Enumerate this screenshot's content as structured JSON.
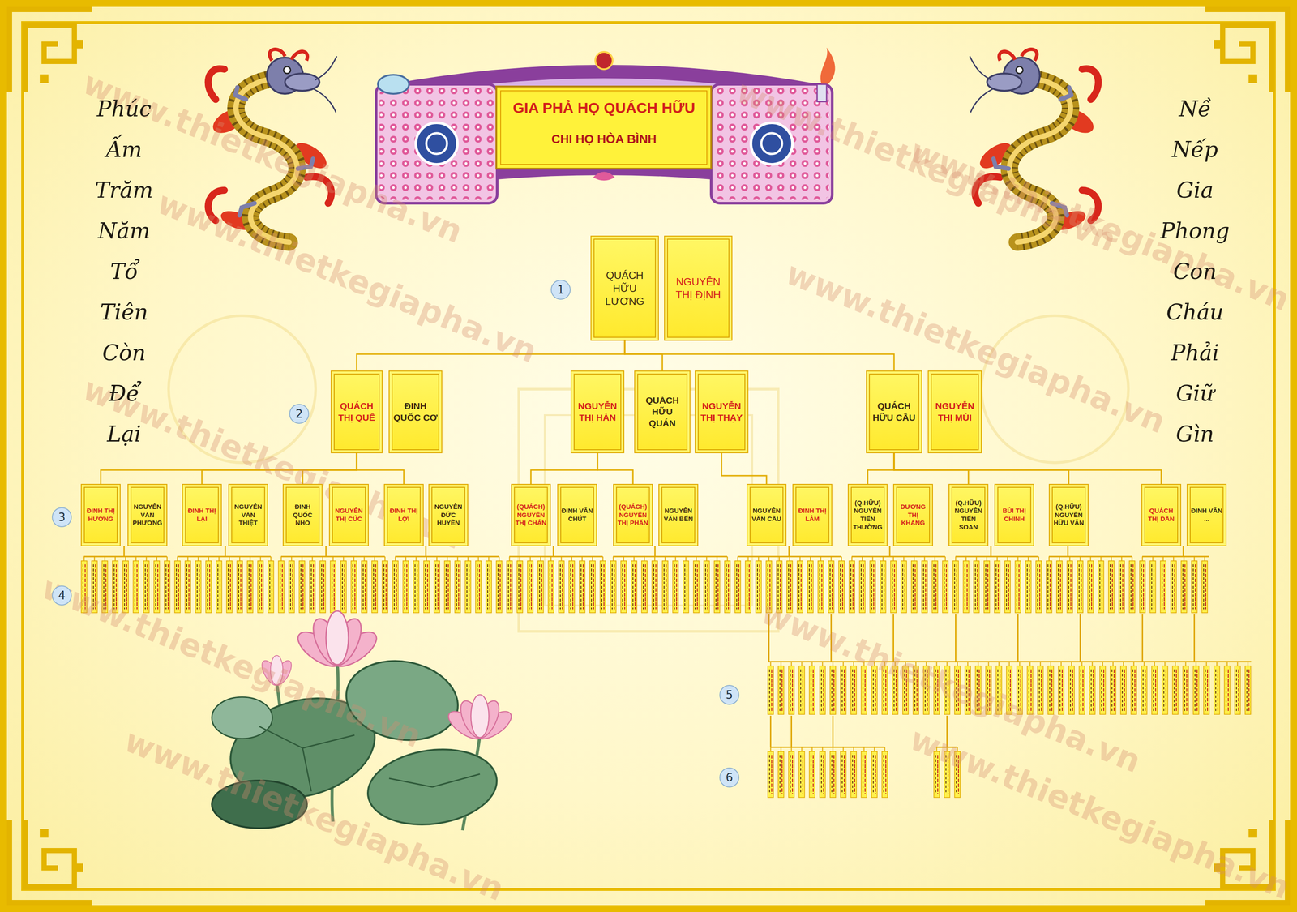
{
  "diagram": {
    "title": "GIA PHẢ HỌ QUÁCH HỮU",
    "nodes": [
      {
        "text": [
          "QUÁCH HỮU LƯƠNG"
        ]
      },
      {
        "text": [
          "NGUYỄN THỊ ĐỊNH"
        ]
      },
      {
        "text": [
          "QUÁCH THỊ QUẾ"
        ]
      },
      {
        "text": [
          "ĐINH QUỐC CƠ"
        ]
      },
      {
        "text": [
          "NGUYỄN THỊ HÀN"
        ]
      },
      {
        "text": [
          "QUÁCH HỮU QUÁN"
        ]
      },
      {
        "text": [
          "NGUYỄN THỊ THẠY"
        ]
      },
      {
        "text": [
          "QUÁCH HỮU CẦU"
        ]
      },
      {
        "text": [
          "NGUYỄN THỊ MÙI"
        ]
      },
      {
        "text": [
          "ĐINH THỊ HƯƠNG"
        ]
      },
      {
        "text": [
          "NGUYỄN VĂN PHƯƠNG"
        ]
      },
      {
        "text": [
          "ĐINH THỊ LẠI"
        ]
      },
      {
        "text": [
          "NGUYỄN VĂN THIỆT"
        ]
      },
      {
        "text": [
          "ĐINH QUỐC NHO"
        ]
      },
      {
        "text": [
          "NGUYỄN THỊ CÚC"
        ]
      },
      {
        "text": [
          "ĐINH THỊ LỢI"
        ]
      },
      {
        "text": [
          "NGUYỄN ĐỨC HUYỀN"
        ]
      },
      {
        "text": [
          "(QUÁCH) NGUYỄN THỊ CHẮN"
        ]
      },
      {
        "text": [
          "ĐINH VĂN CHÚT"
        ]
      },
      {
        "text": [
          "(QUÁCH) NGUYỄN THỊ PHẤN"
        ]
      },
      {
        "text": [
          "NGUYỄN VĂN BẾN"
        ]
      },
      {
        "text": [
          "NGUYỄN VĂN CẦU"
        ]
      },
      {
        "text": [
          "ĐINH THỊ LÂM"
        ]
      },
      {
        "text": [
          "(Q.HỮU) NGUYỄN TIẾN THƯỜNG"
        ]
      },
      {
        "text": [
          "DƯƠNG THỊ KHANG"
        ]
      },
      {
        "text": [
          "(Q.HỮU) NGUYỄN TIẾN SOAN"
        ]
      },
      {
        "text": [
          "BÙI THỊ CHINH"
        ]
      },
      {
        "text": [
          "(Q.HỮU) NGUYỄN HỮU VĂN"
        ]
      },
      {
        "text": [
          "QUÁCH THỊ DẦN"
        ]
      },
      {
        "text": [
          "ĐINH VĂN ..."
        ]
      }
    ],
    "edges": [
      {
        "from": 0,
        "to": 2,
        "arrow": "none"
      },
      {
        "from": 0,
        "to": 5,
        "arrow": "none"
      },
      {
        "from": 0,
        "to": 7,
        "arrow": "none"
      },
      {
        "from": 2,
        "to": 9,
        "arrow": "none"
      },
      {
        "from": 2,
        "to": 11,
        "arrow": "none"
      },
      {
        "from": 2,
        "to": 13,
        "arrow": "none"
      },
      {
        "from": 2,
        "to": 15,
        "arrow": "none"
      },
      {
        "from": 4,
        "to": 17,
        "arrow": "none"
      },
      {
        "from": 4,
        "to": 19,
        "arrow": "none"
      },
      {
        "from": 6,
        "to": 21,
        "arrow": "none"
      },
      {
        "from": 7,
        "to": 23,
        "arrow": "none"
      },
      {
        "from": 7,
        "to": 25,
        "arrow": "none"
      },
      {
        "from": 7,
        "to": 27,
        "arrow": "none"
      },
      {
        "from": 7,
        "to": 28,
        "arrow": "none"
      }
    ],
    "labels": [
      "CHI HỌ HÒA BÌNH",
      "Phúc Ấm Trăm Năm Tổ Tiên Còn Để Lại",
      "Nề Nếp Gia Phong Con Cháu Phải Giữ Gìn",
      "1",
      "2",
      "3",
      "4",
      "5",
      "6",
      "www.thietkegiapha.vn",
      "www.thietkegiapha.vn",
      "www.thietkegiapha.vn",
      "www.thietkegiapha.vn",
      "www.thietkegiapha.vn",
      "www.thietkegiapha.vn",
      "www.thietkegiapha.vn",
      "www.thietkegiapha.vn",
      "www.thietkegiapha.vn",
      "www.thietkegiapha.vn"
    ]
  }
}
